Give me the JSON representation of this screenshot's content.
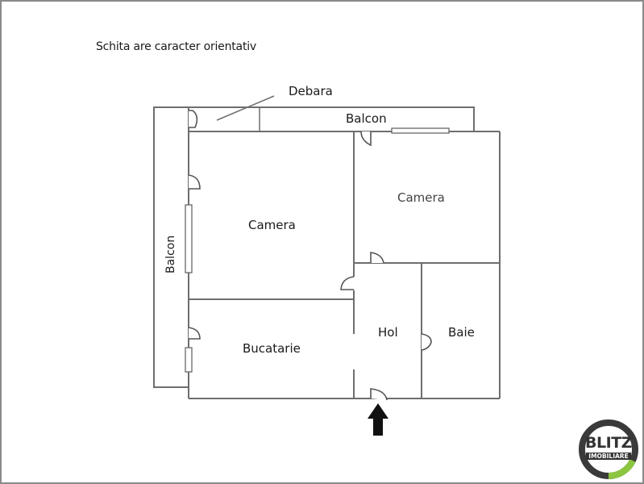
{
  "note": "Schita are caracter orientativ",
  "rooms": {
    "debara": "Debara",
    "balcon_top": "Balcon",
    "balcon_left": "Balcon",
    "camera_left": "Camera",
    "camera_right": "Camera",
    "bucatarie": "Bucatarie",
    "hol": "Hol",
    "baie": "Baie"
  },
  "logo": {
    "brand": "BLITZ",
    "subtitle": "IMOBILIARE",
    "colors": {
      "ring_dark": "#3a3a3a",
      "ring_accent": "#8cc63f"
    }
  },
  "colors": {
    "wall": "#6e6e6e",
    "entrance_arrow": "#111111"
  }
}
